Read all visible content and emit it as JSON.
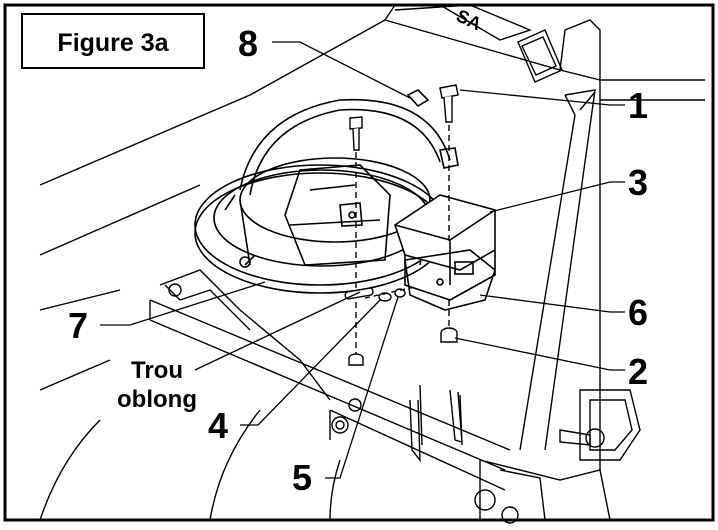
{
  "figure": {
    "title": "Figure 3a",
    "callouts": {
      "c1": "1",
      "c2": "2",
      "c3": "3",
      "c4": "4",
      "c5": "5",
      "c6": "6",
      "c7": "7",
      "c8": "8"
    },
    "slot_label_line1": "Trou",
    "slot_label_line2": "oblong",
    "decal_text": "SA"
  },
  "colors": {
    "line": "#000000",
    "background": "#ffffff"
  }
}
